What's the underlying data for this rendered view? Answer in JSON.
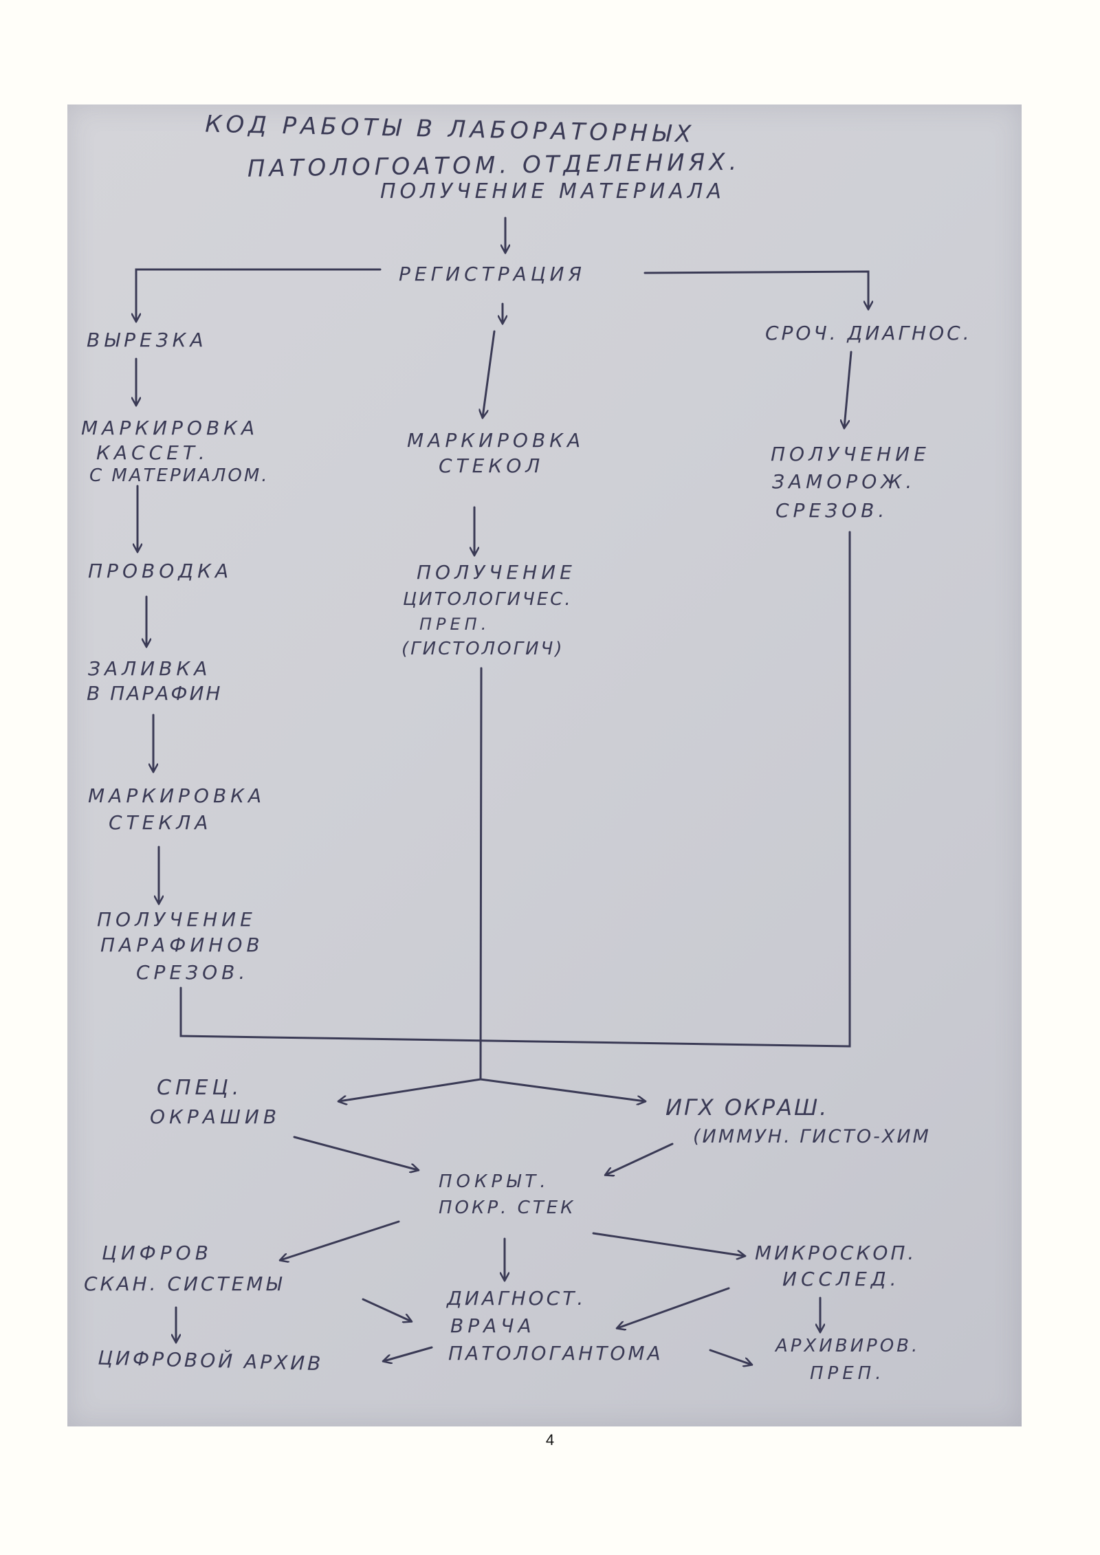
{
  "ink_color": "#3a3a55",
  "paper_color": "#cfd0d6",
  "title": {
    "line1": "КОД РАБОТЫ В ЛАБОРАТОРНЫХ",
    "line2": "ПАТОЛОГОАТОМ. ОТДЕЛЕНИЯХ."
  },
  "nodes": {
    "receipt": "ПОЛУЧЕНИЕ МАТЕРИАЛА",
    "registration": "РЕГИСТРАЦИЯ",
    "excision": "ВЫРЕЗКА",
    "urgent_diag": "СРОЧ. ДИАГНОС.",
    "cassette_marking": [
      "МАРКИРОВКА",
      "КАССЕТ.",
      "С МАТЕРИАЛОМ."
    ],
    "glass_marking_mid": [
      "МАРКИРОВКА",
      "СТЕКОЛ"
    ],
    "frozen": [
      "ПОЛУЧЕНИЕ",
      "ЗАМОРОЖ.",
      "СРЕЗОВ."
    ],
    "processing": "ПРОВОДКА",
    "cyto": [
      "ПОЛУЧЕНИЕ",
      "ЦИТОЛОГИЧЕС.",
      "ПРЕП.",
      "(ГИСТОЛОГИЧ)"
    ],
    "paraffin_embed": [
      "ЗАЛИВКА",
      "В ПАРАФИН"
    ],
    "glass_marking_left": [
      "МАРКИРОВКА",
      "СТЕКЛА"
    ],
    "paraffin_sections": [
      "ПОЛУЧЕНИЕ",
      "ПАРАФИНОВ",
      "СРЕЗОВ."
    ],
    "special_stain": [
      "СПЕЦ.",
      "ОКРАШИВ"
    ],
    "ihc_stain": [
      "ИГХ ОКРАШ.",
      "(ИММУН. ГИСТО-ХИМ"
    ],
    "coverslip": [
      "ПОКРЫТ.",
      "ПОКР. СТЕК"
    ],
    "digital_scan": [
      "ЦИФРОВ",
      "СКАН. СИСТЕМЫ"
    ],
    "microscopy": [
      "МИКРОСКОП.",
      "ИССЛЕД."
    ],
    "diagnosis": [
      "ДИАГНОСТ.",
      "ВРАЧА",
      "ПАТОЛОГАНТОМА"
    ],
    "digital_archive": "ЦИФРОВОЙ АРХИВ",
    "archiving": [
      "АРХИВИРОВ.",
      "ПРЕП."
    ]
  },
  "page_number": "4"
}
